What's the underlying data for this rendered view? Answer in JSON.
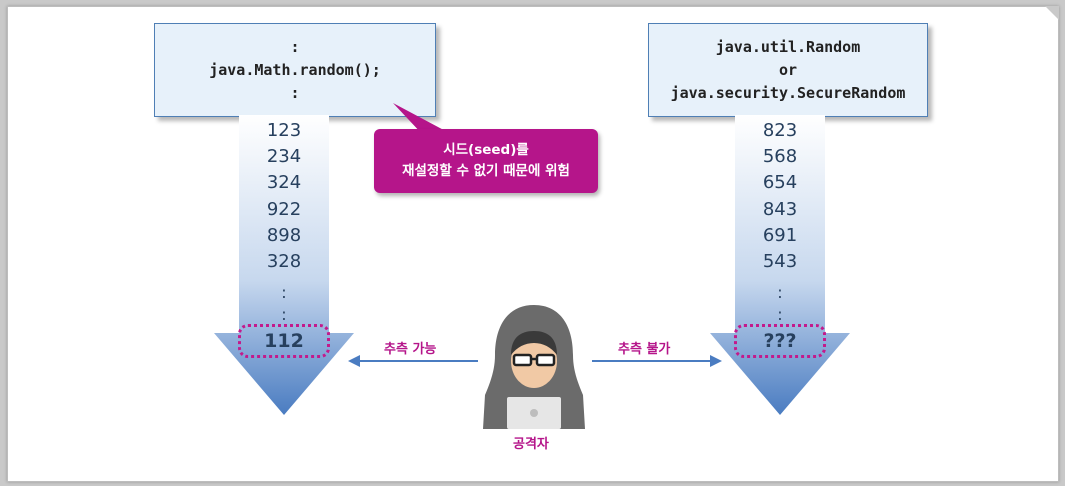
{
  "left_code": {
    "line1": ":",
    "line2": "java.Math.random();",
    "line3": ":"
  },
  "right_code": {
    "line1": "java.util.Random",
    "line2": "or",
    "line3": "java.security.SecureRandom"
  },
  "left_sequence": [
    "123",
    "234",
    "324",
    "922",
    "898",
    "328"
  ],
  "left_final": "112",
  "right_sequence": [
    "823",
    "568",
    "654",
    "843",
    "691",
    "543"
  ],
  "right_final": "???",
  "ellipsis": ":",
  "callout": {
    "line1": "시드(seed)를",
    "line2": "재설정할 수 없기 때문에 위험"
  },
  "predictable_label": "추측 가능",
  "unpredictable_label": "추측 불가",
  "attacker_label": "공격자",
  "colors": {
    "accent": "#b5158a",
    "arrow_top": "#ffffff",
    "arrow_bottom": "#4a7cc1",
    "number_text": "#27405e"
  },
  "icons": {
    "attacker": "hooded-hacker-icon"
  }
}
